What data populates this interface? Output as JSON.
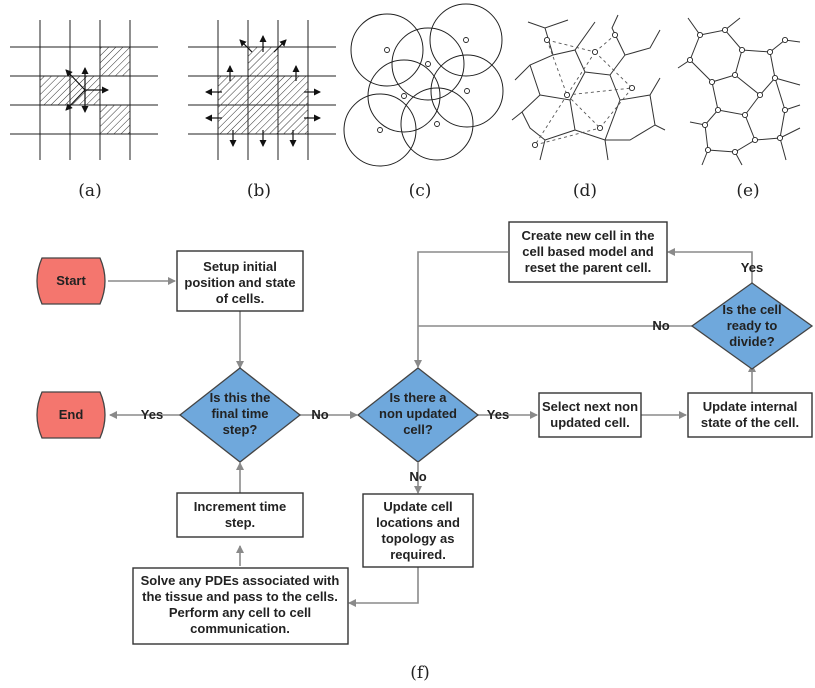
{
  "panels": {
    "captions": [
      "(a)",
      "(b)",
      "(c)",
      "(d)",
      "(e)"
    ],
    "model_names": [
      "cellular-automaton",
      "cellular-potts",
      "overlapping-spheres",
      "voronoi-tessellation",
      "vertex-model"
    ]
  },
  "flowchart": {
    "caption": "(f)",
    "start": "Start",
    "end": "End",
    "setup": [
      "Setup initial",
      "position and state",
      "of cells."
    ],
    "final_step": [
      "Is this the",
      "final time",
      "step?"
    ],
    "increment": [
      "Increment time",
      "step."
    ],
    "solve_pdes": [
      "Solve any PDEs associated with",
      "the tissue and pass to the cells.",
      "Perform any cell to cell",
      "communication."
    ],
    "non_updated": [
      "Is there a",
      "non updated",
      "cell?"
    ],
    "update_locations": [
      "Update cell",
      "locations and",
      "topology as",
      "required."
    ],
    "select_next": [
      "Select next non",
      "updated cell."
    ],
    "update_internal": [
      "Update internal",
      "state of the cell."
    ],
    "ready_divide": [
      "Is the cell",
      "ready to",
      "divide?"
    ],
    "create_cell": [
      "Create new cell in the",
      "cell based model and",
      "reset the parent cell."
    ],
    "edge_labels": {
      "yes_end": "Yes",
      "no_check": "No",
      "yes_select": "Yes",
      "no_update": "No",
      "yes_create": "Yes",
      "no_loop": "No"
    }
  },
  "colors": {
    "terminal_fill": "#f4766e",
    "decision_fill": "#6fa8dc",
    "connector": "#8a8a8a"
  }
}
